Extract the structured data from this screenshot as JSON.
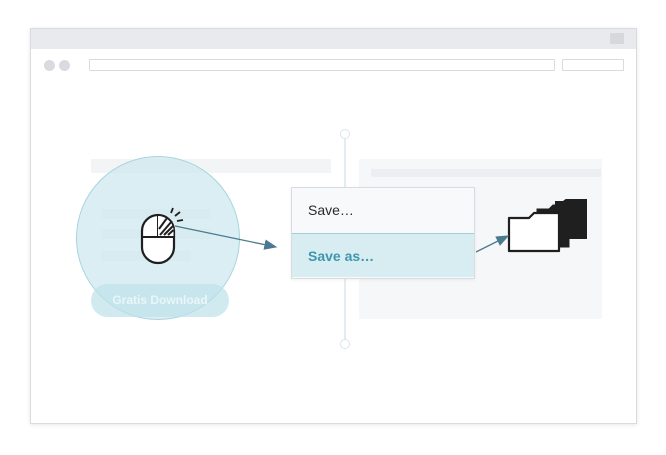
{
  "context_menu": {
    "items": [
      {
        "label": "Save…"
      },
      {
        "label": "Save as…"
      }
    ]
  },
  "page": {
    "download_button_label": "Gratis Download"
  },
  "icons": {
    "pointer": "mouse-click-icon",
    "destination": "folder-icon"
  },
  "colors": {
    "accent": "#3f95ad",
    "highlight": "#d7edf2",
    "circle": "#cde8ef",
    "arrow": "#4a7a90"
  }
}
